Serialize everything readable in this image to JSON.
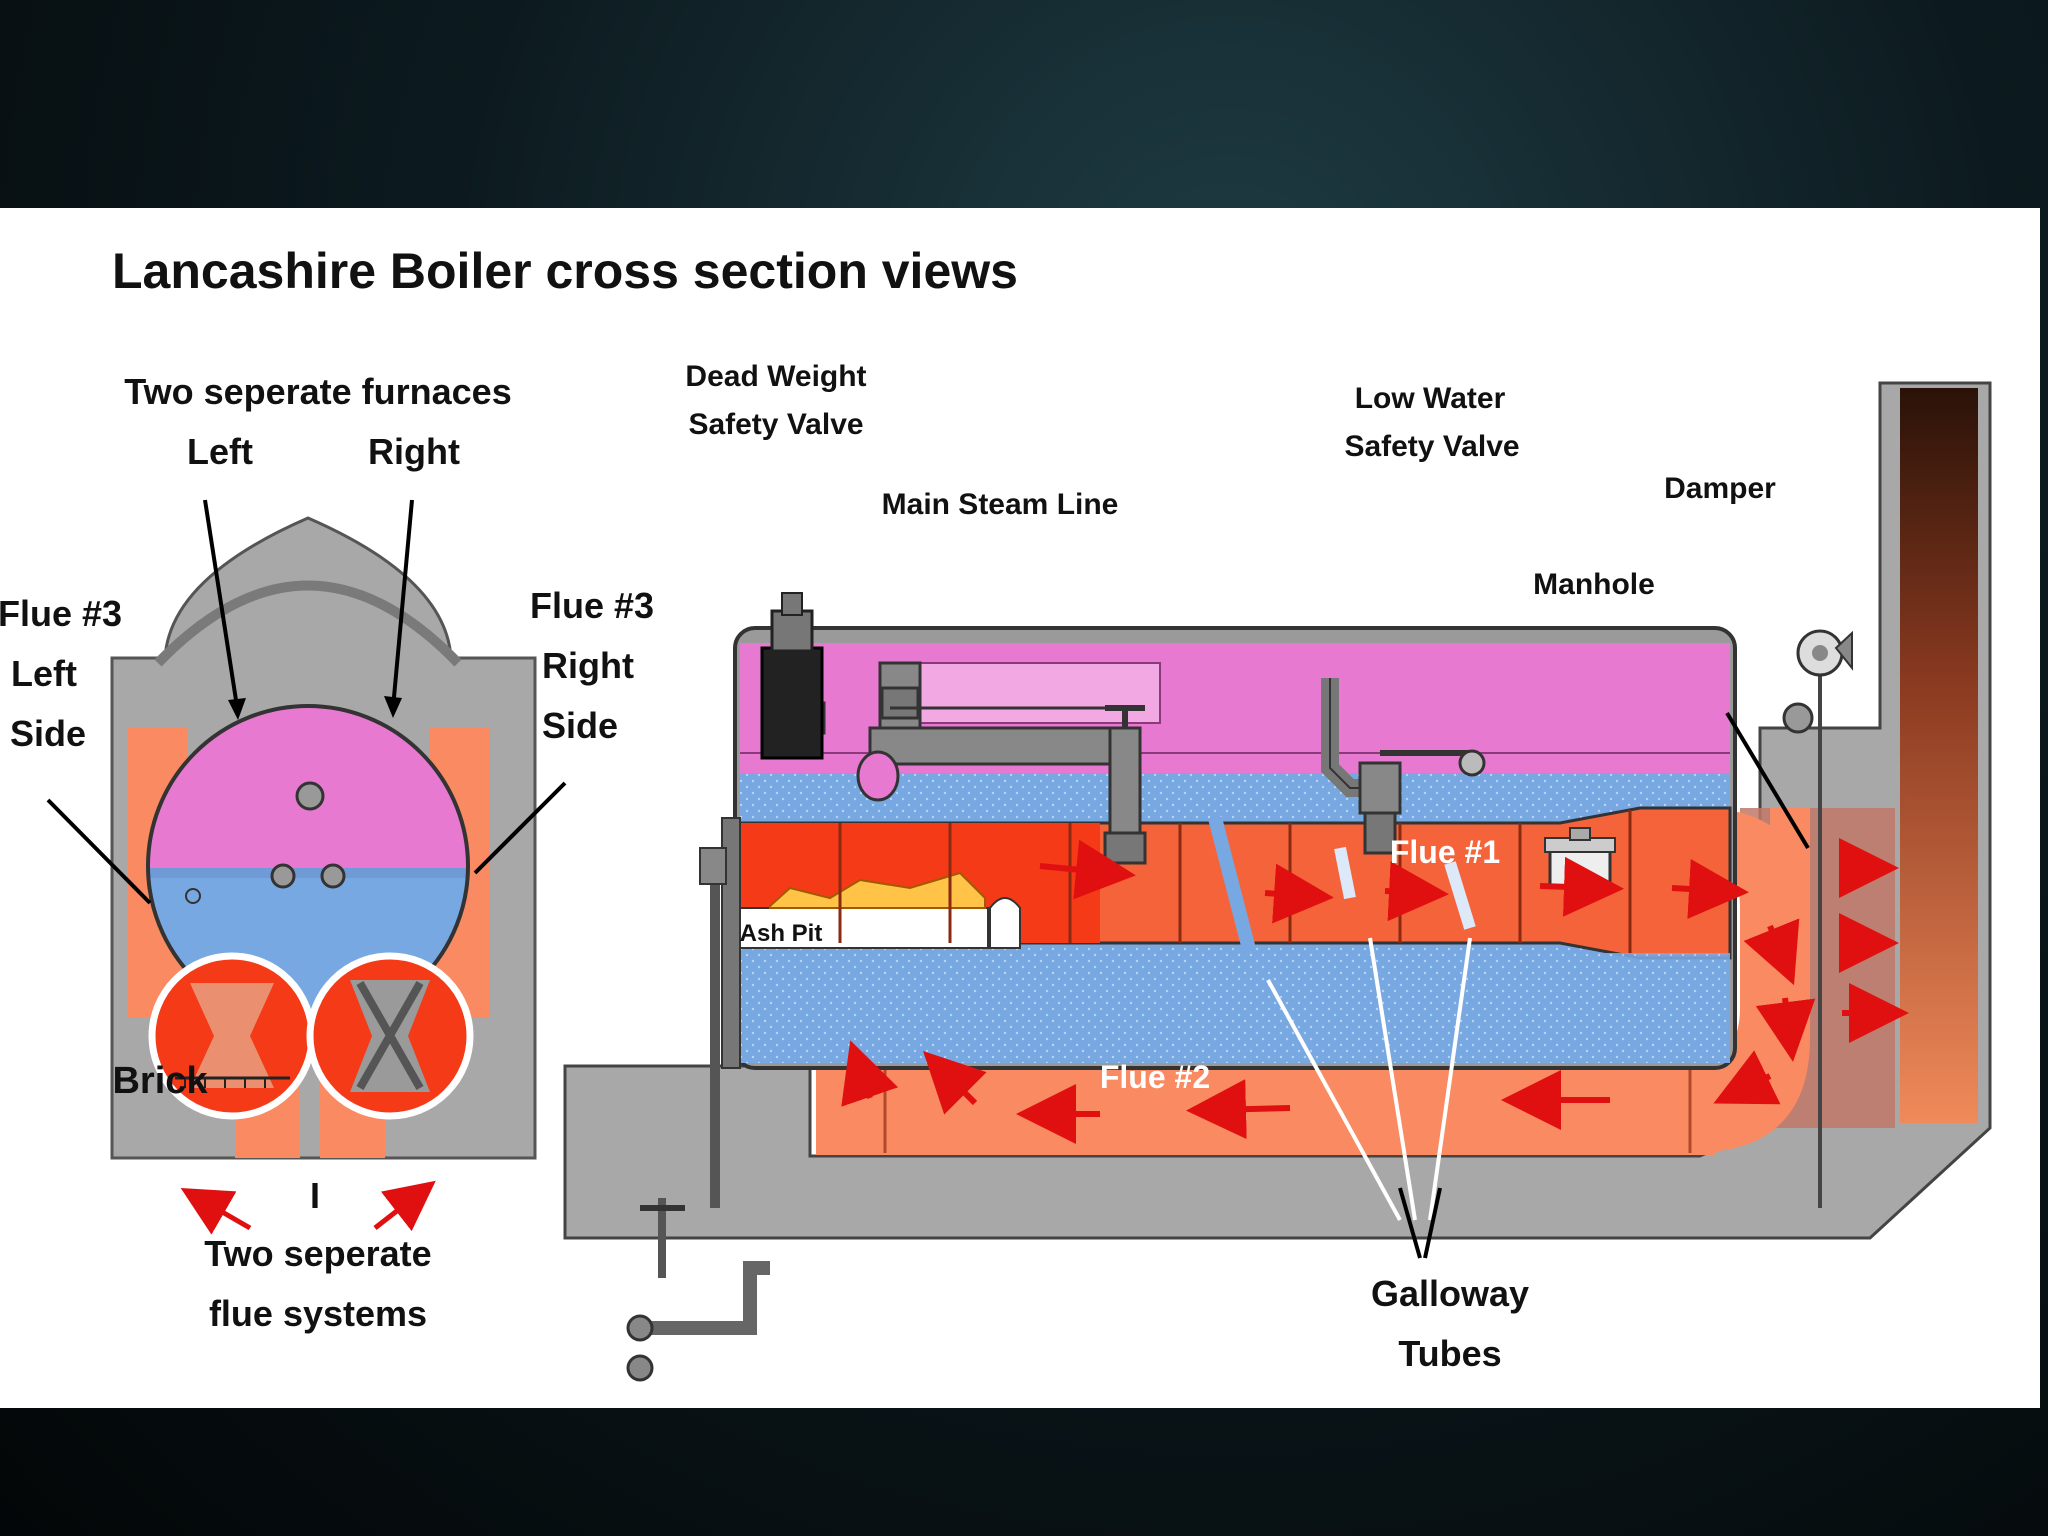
{
  "title": "Lancashire Boiler  cross section views",
  "end_view": {
    "furnaces_label": "Two seperate furnaces",
    "left_label": "Left",
    "right_label": "Right",
    "flue3_left": [
      "Flue #3",
      "Left",
      "Side"
    ],
    "flue3_right": [
      "Flue #3",
      "Right",
      "Side"
    ],
    "brick_label": "Brick",
    "mark": "I",
    "flue_systems": [
      "Two seperate",
      "flue systems"
    ]
  },
  "side_view": {
    "dead_weight_valve": [
      "Dead Weight",
      "Safety Valve"
    ],
    "main_steam_line": "Main Steam Line",
    "low_water_valve": [
      "Low Water",
      "Safety Valve"
    ],
    "damper": "Damper",
    "manhole": "Manhole",
    "ash_pit": "Ash Pit",
    "flue1": "Flue #1",
    "flue2": "Flue #2",
    "galloway_tubes": [
      "Galloway",
      "Tubes"
    ]
  },
  "colors": {
    "steam": "#e77ad0",
    "water": "#78a8e2",
    "hot_gas": "#f5633a",
    "furnace": "#f53a18",
    "flue": "#f98a62",
    "brick": "#a8a8a8",
    "arrow": "#e01010"
  }
}
